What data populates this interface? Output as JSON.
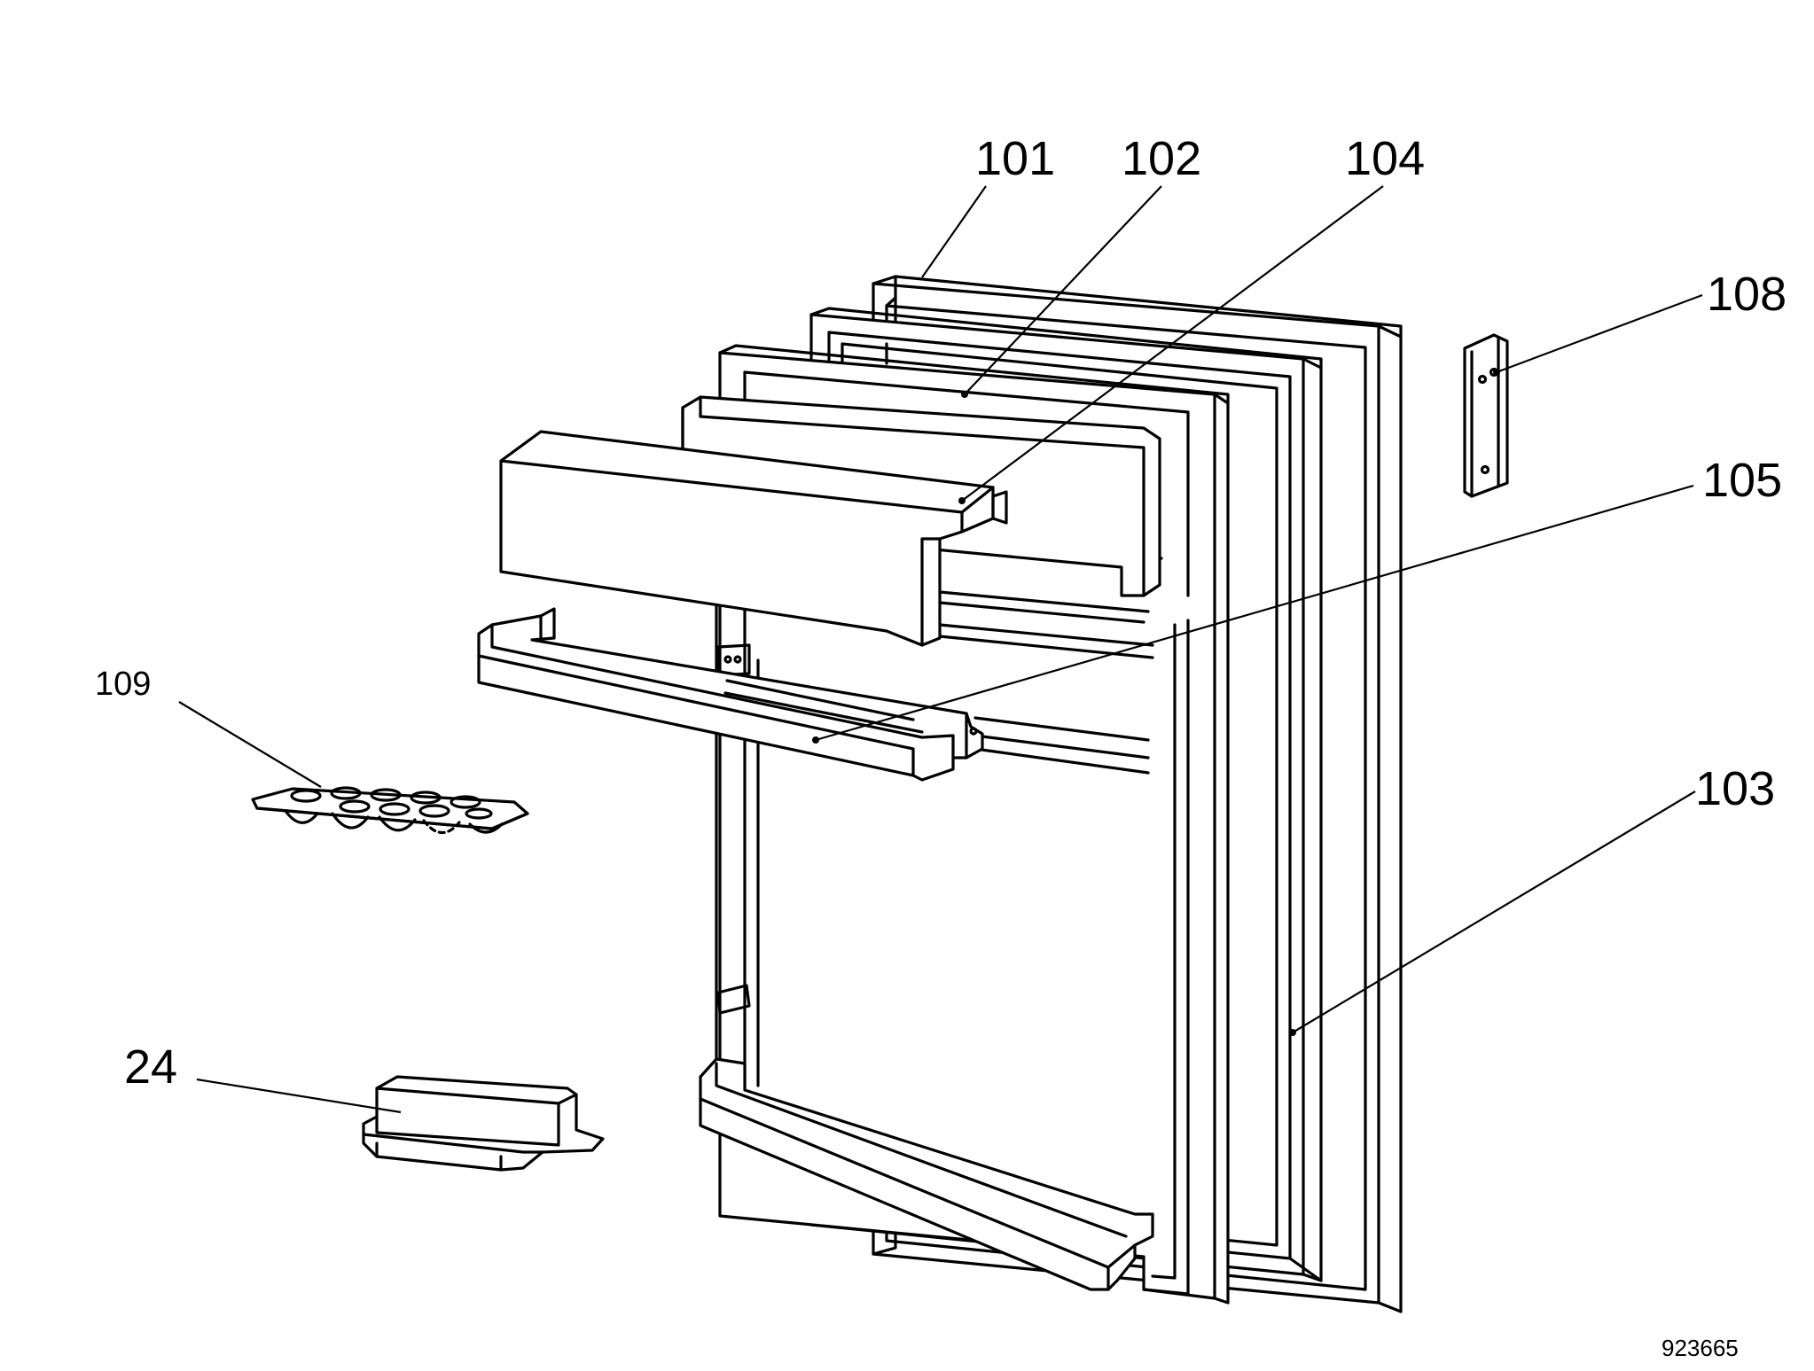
{
  "callouts": [
    {
      "id": "101",
      "label": "101"
    },
    {
      "id": "102",
      "label": "102"
    },
    {
      "id": "104",
      "label": "104"
    },
    {
      "id": "108",
      "label": "108"
    },
    {
      "id": "105",
      "label": "105"
    },
    {
      "id": "109",
      "label": "109"
    },
    {
      "id": "103",
      "label": "103"
    },
    {
      "id": "24",
      "label": "24"
    }
  ],
  "drawing_number": "923665"
}
